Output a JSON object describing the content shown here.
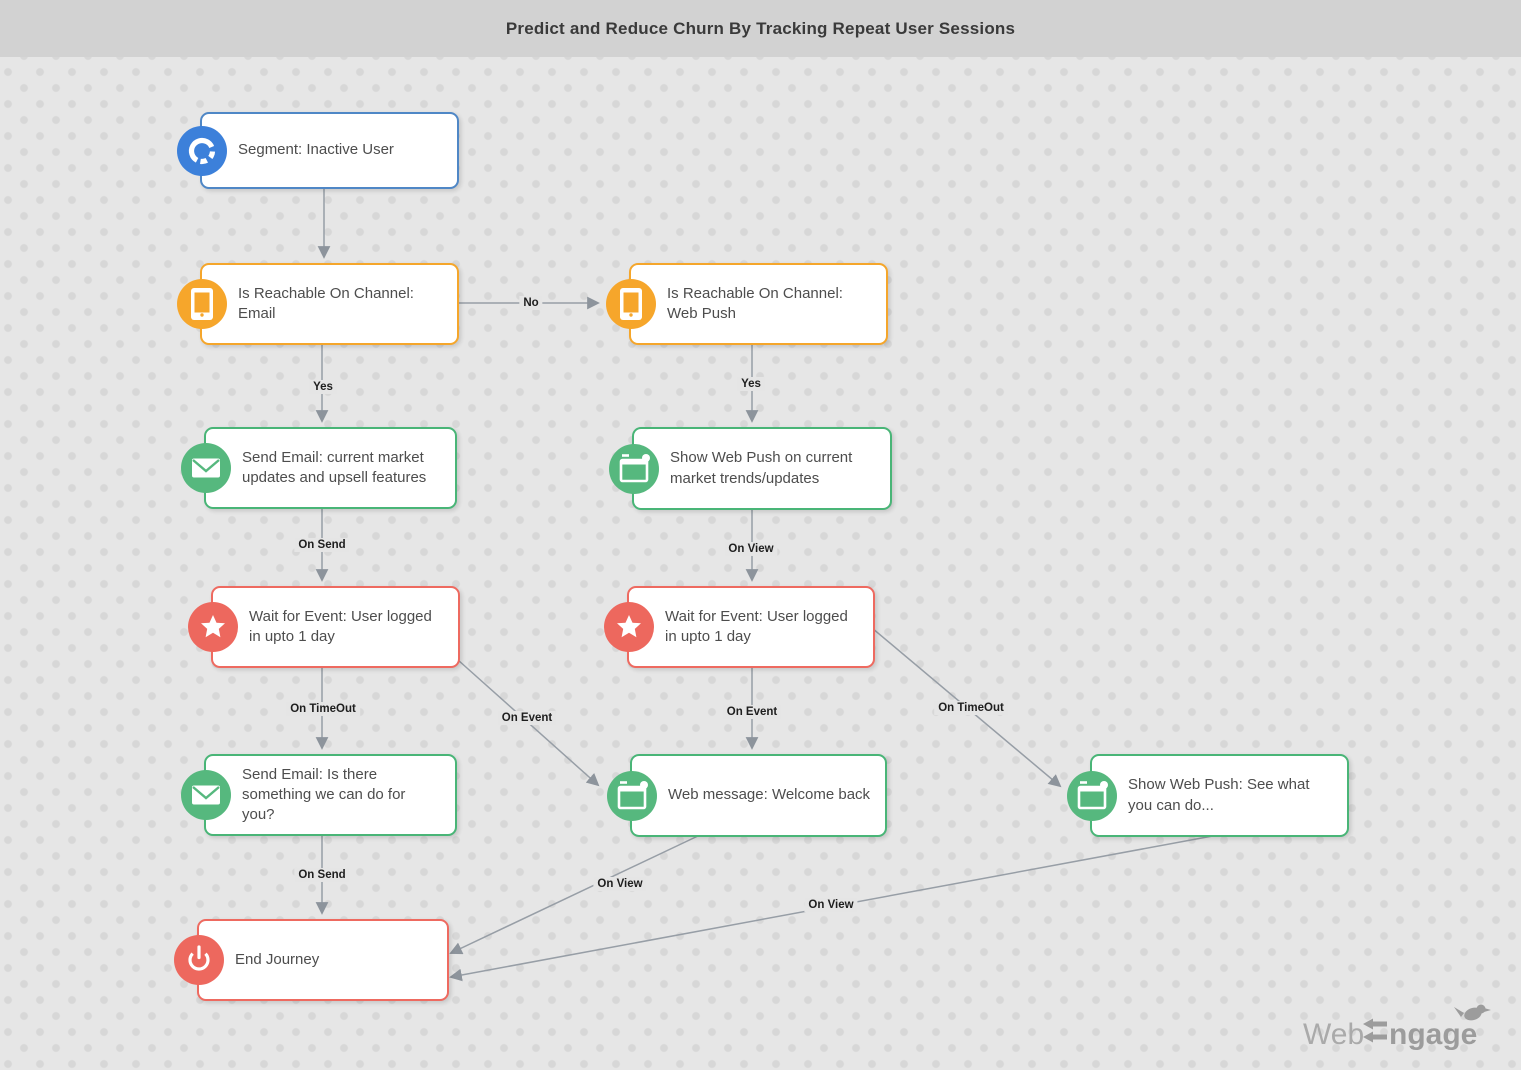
{
  "header": {
    "title": "Predict and Reduce Churn By Tracking Repeat User Sessions"
  },
  "colors": {
    "blue": "#3c80da",
    "orange": "#f6a62b",
    "green": "#56b87e",
    "red": "#ed685e",
    "edge_line": "#979ea6",
    "node_text": "#4d4d4d"
  },
  "nodes": [
    {
      "label": "Segment: Inactive User",
      "icon": "segment-icon",
      "color": "blue"
    },
    {
      "label": "Is Reachable On Channel: Email",
      "icon": "mobile-icon",
      "color": "orange"
    },
    {
      "label": "Is Reachable On Channel: Web Push",
      "icon": "mobile-icon",
      "color": "orange"
    },
    {
      "label": "Send Email: current market updates and upsell features",
      "icon": "email-icon",
      "color": "green"
    },
    {
      "label": "Show Web Push on current market trends/updates",
      "icon": "webpush-icon",
      "color": "green"
    },
    {
      "label": "Wait for  Event: User logged in upto 1 day",
      "icon": "star-icon",
      "color": "red"
    },
    {
      "label": "Wait for  Event: User logged in upto 1 day",
      "icon": "star-icon",
      "color": "red"
    },
    {
      "label": "Send Email: Is there something we can do for you?",
      "icon": "email-icon",
      "color": "green"
    },
    {
      "label": "Web message: Welcome back",
      "icon": "webpush-icon",
      "color": "green"
    },
    {
      "label": "Show Web Push: See what you can do...",
      "icon": "webpush-icon",
      "color": "green"
    },
    {
      "label": "End Journey",
      "icon": "power-icon",
      "color": "red"
    }
  ],
  "edges": [
    {
      "label": "No"
    },
    {
      "label": "Yes"
    },
    {
      "label": "Yes"
    },
    {
      "label": "On Send"
    },
    {
      "label": "On View"
    },
    {
      "label": "On TimeOut"
    },
    {
      "label": "On Event"
    },
    {
      "label": "On Event"
    },
    {
      "label": "On TimeOut"
    },
    {
      "label": "On Send"
    },
    {
      "label": "On View"
    },
    {
      "label": "On View"
    }
  ],
  "logo": {
    "part1": "Web",
    "part2": "ngage"
  }
}
